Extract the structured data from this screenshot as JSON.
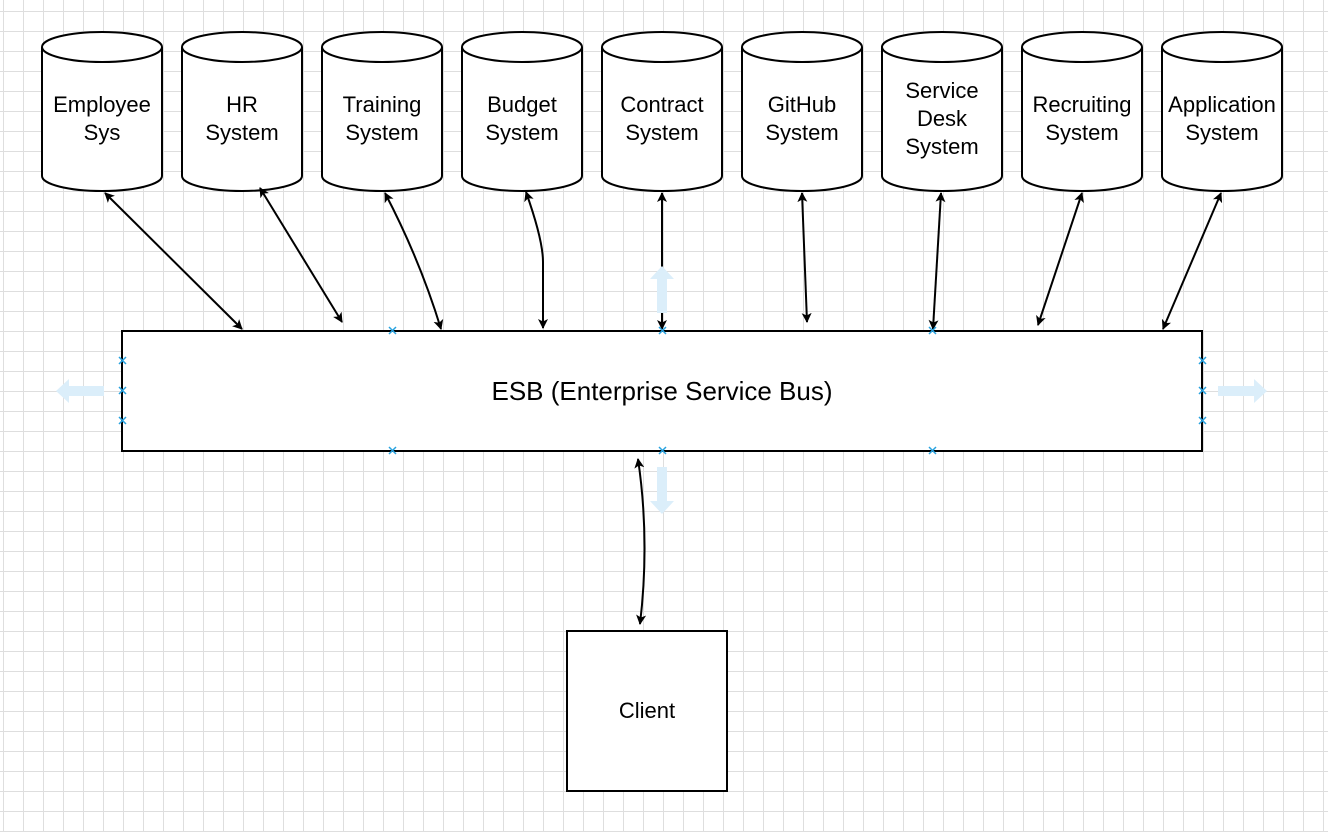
{
  "systems": [
    {
      "id": "employee",
      "lines": [
        "Employee",
        "Sys"
      ],
      "icon": "database-cylinder"
    },
    {
      "id": "hr",
      "lines": [
        "HR",
        "System"
      ],
      "icon": "database-cylinder"
    },
    {
      "id": "training",
      "lines": [
        "Training",
        "System"
      ],
      "icon": "database-cylinder"
    },
    {
      "id": "budget",
      "lines": [
        "Budget",
        "System"
      ],
      "icon": "database-cylinder"
    },
    {
      "id": "contract",
      "lines": [
        "Contract",
        "System"
      ],
      "icon": "database-cylinder"
    },
    {
      "id": "github",
      "lines": [
        "GitHub",
        "System"
      ],
      "icon": "database-cylinder"
    },
    {
      "id": "service-desk",
      "lines": [
        "Service",
        "Desk",
        "System"
      ],
      "icon": "database-cylinder"
    },
    {
      "id": "recruiting",
      "lines": [
        "Recruiting",
        "System"
      ],
      "icon": "database-cylinder"
    },
    {
      "id": "application",
      "lines": [
        "Application",
        "System"
      ],
      "icon": "database-cylinder"
    }
  ],
  "esb": {
    "label": "ESB (Enterprise Service Bus)"
  },
  "client": {
    "label": "Client"
  },
  "colors": {
    "stroke": "#000000",
    "grid": "#dedede",
    "selection_handle": "#29a3e0",
    "hover_arrow": "#dbeefa"
  }
}
